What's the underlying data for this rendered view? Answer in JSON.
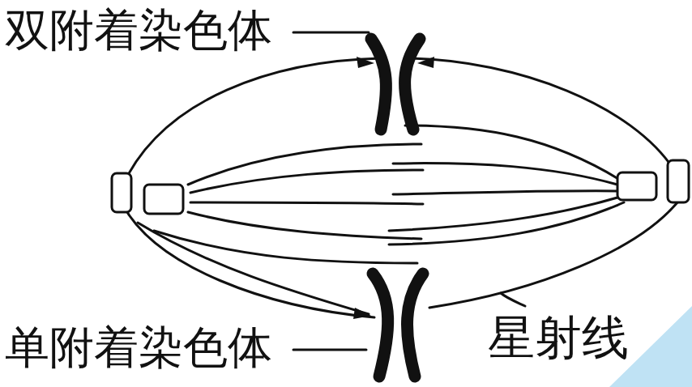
{
  "diagram": {
    "labels": [
      "双附着染色体",
      "单附着染色体",
      "星射线"
    ]
  }
}
